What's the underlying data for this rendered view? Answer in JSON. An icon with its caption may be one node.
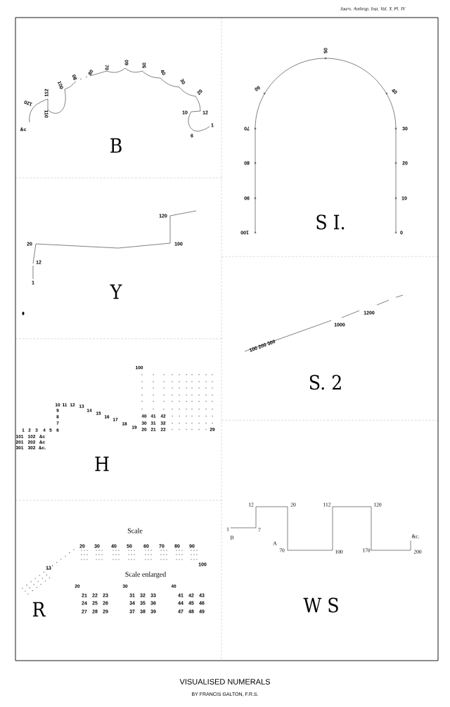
{
  "diagram": {
    "title": "VISUALISED NUMERALS",
    "caption": "BY FRANCIS GALTON, F.R.S.",
    "labels": [
      "Journ. Anthrop. Inst. Vol. X. Pl. IV",
      "&c",
      "120",
      "112",
      "110",
      "100",
      "90",
      "80",
      "70",
      "60",
      "50",
      "40",
      "30",
      "20",
      "10",
      "12",
      "6",
      "1",
      "B",
      "50",
      "60",
      "40",
      "70",
      "80",
      "90",
      "100",
      "30",
      "20",
      "10",
      "0",
      "S I.",
      "120",
      "20",
      "100",
      "12",
      "1",
      "Y",
      "100",
      "10",
      "11",
      "12",
      "13",
      "14",
      "15",
      "16",
      "17",
      "18",
      "19",
      "9",
      "8",
      "7",
      "1",
      "2",
      "3",
      "4",
      "5",
      "6",
      "101",
      "102",
      "&c",
      "201",
      "202",
      "&c",
      "301",
      "302",
      "&c.",
      "40",
      "41",
      "42",
      "30",
      "31",
      "32",
      "20",
      "21",
      "22",
      "29",
      "H",
      "Scale",
      "20",
      "30",
      "40",
      "50",
      "60",
      "70",
      "80",
      "90",
      "100",
      "13",
      "Scale enlarged",
      "20",
      "30",
      "40",
      "21",
      "22",
      "23",
      "31",
      "32",
      "33",
      "41",
      "42",
      "43",
      "24",
      "25",
      "26",
      "34",
      "35",
      "36",
      "44",
      "45",
      "46",
      "27",
      "28",
      "29",
      "37",
      "38",
      "39",
      "47",
      "48",
      "49",
      "R",
      "100 200 300",
      "1000",
      "1200",
      "S. 2",
      "12",
      "20",
      "112",
      "120",
      "1",
      "7",
      "B",
      "&c.",
      "A",
      "70",
      "100",
      "170",
      "200",
      "W S"
    ]
  }
}
